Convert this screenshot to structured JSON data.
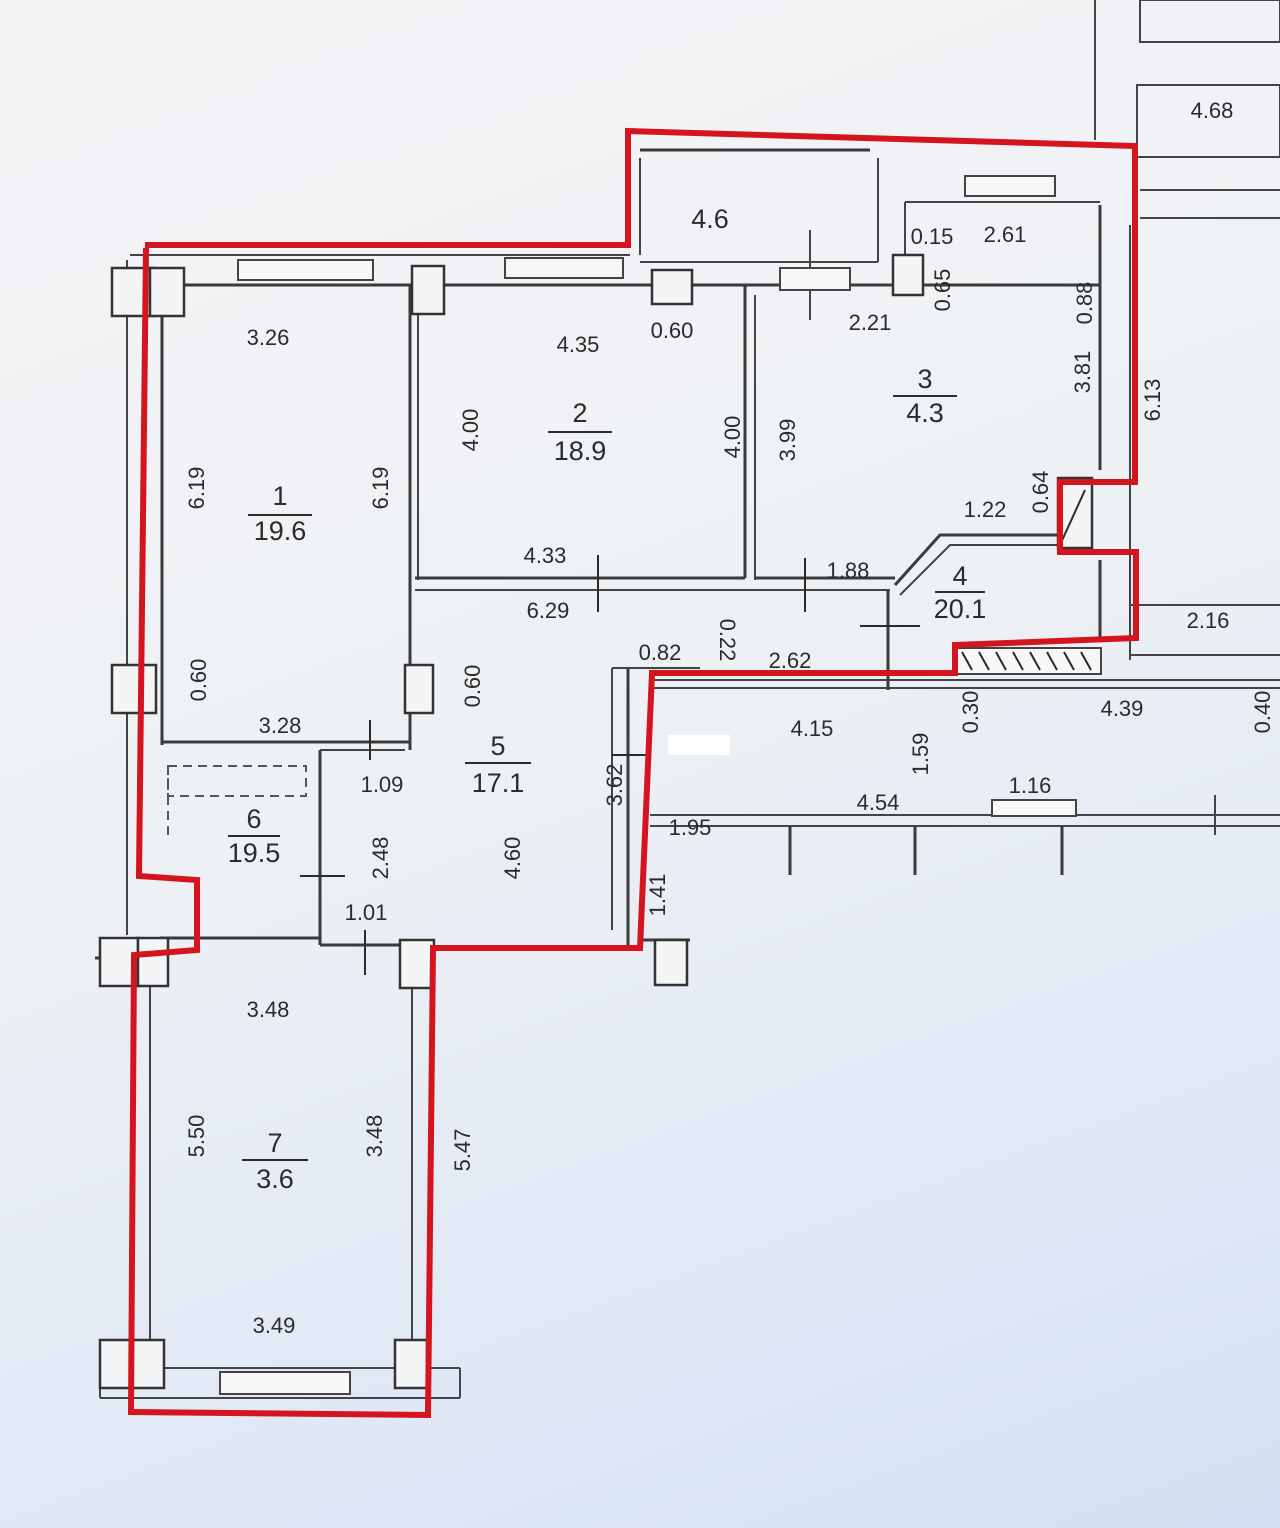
{
  "rooms": [
    {
      "number": "1",
      "area": "19.6"
    },
    {
      "number": "2",
      "area": "18.9"
    },
    {
      "number": "3",
      "area": "4.3"
    },
    {
      "number": "4",
      "area": "20.1"
    },
    {
      "number": "5",
      "area": "17.1"
    },
    {
      "number": "6",
      "area": "19.5"
    },
    {
      "number": "7",
      "area": "3.6"
    }
  ],
  "balcony_area": "4.6",
  "dimensions": {
    "r4_top": "3.26",
    "r4_left": "6.19",
    "r4_right": "6.19",
    "r4_pier": "0.60",
    "r4_bottom": "3.28",
    "r5_top": "4.35",
    "r5_pier": "0.60",
    "r5_left": "4.00",
    "r5_right": "4.00",
    "r5_bottom": "4.33",
    "r6_a": "0.15",
    "r6_b": "2.61",
    "r6_c": "0.65",
    "r6_d": "2.21",
    "r6_e": "3.99",
    "r6_f": "3.81",
    "r6_g": "0.88",
    "r6_h": "6.13",
    "r7_a": "1.22",
    "r7_b": "0.64",
    "r7_c": "1.88",
    "r1_a": "6.29",
    "r1_b": "0.60",
    "r1_c": "0.82",
    "r1_d": "0.22",
    "r1_e": "2.62",
    "r1_f": "4.60",
    "r1_g": "3.62",
    "r1_h": "1.41",
    "r1_i": "1.95",
    "r3_a": "1.09",
    "r3_b": "2.48",
    "r3_c": "1.01",
    "r2_top": "3.48",
    "r2_left": "5.50",
    "r2_right": "3.48",
    "r2_outer": "5.47",
    "r2_bottom": "3.49",
    "n_a": "4.68",
    "n_b": "2.16",
    "n_c": "0.30",
    "n_d": "4.39",
    "n_e": "0.40",
    "n_f": "4.15",
    "n_g": "1.59",
    "n_h": "4.54",
    "n_i": "1.16"
  },
  "colors": {
    "boundary": "#d4141e",
    "wall": "#3a3a3a"
  }
}
